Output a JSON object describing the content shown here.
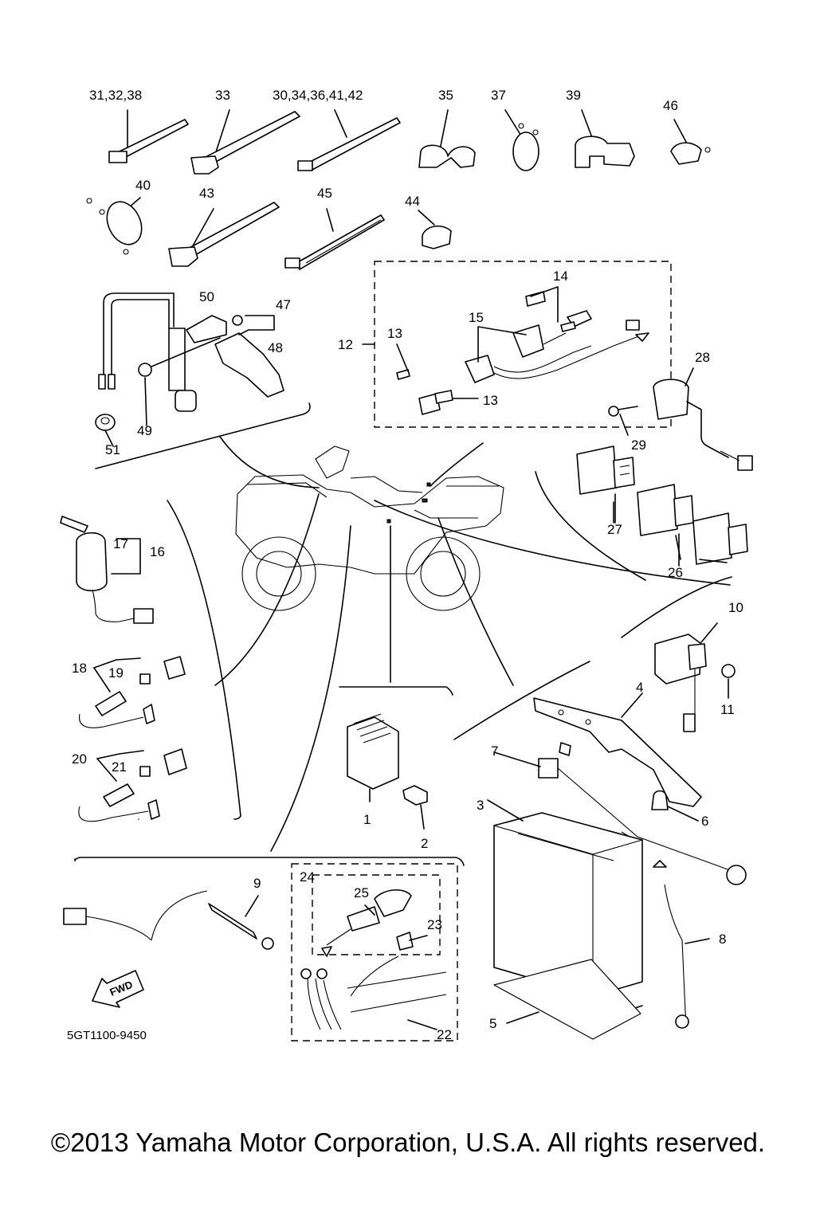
{
  "diagram": {
    "drawing_code": "5GT1100-9450",
    "direction_marker": "FWD",
    "copyright": "©2013 Yamaha Motor Corporation, U.S.A. All rights reserved."
  },
  "callouts": {
    "c31_32_38": "31,32,38",
    "c33": "33",
    "c30_34_36_41_42": "30,34,36,41,42",
    "c35": "35",
    "c37": "37",
    "c39": "39",
    "c46": "46",
    "c40": "40",
    "c43": "43",
    "c45": "45",
    "c44": "44",
    "c50": "50",
    "c47": "47",
    "c48": "48",
    "c49": "49",
    "c51": "51",
    "c12": "12",
    "c13a": "13",
    "c13b": "13",
    "c14": "14",
    "c15": "15",
    "c28": "28",
    "c29": "29",
    "c27": "27",
    "c26": "26",
    "c17": "17",
    "c16": "16",
    "c18": "18",
    "c19": "19",
    "c20": "20",
    "c21": "21",
    "c10": "10",
    "c11": "11",
    "c4": "4",
    "c7": "7",
    "c3": "3",
    "c6": "6",
    "c1": "1",
    "c2": "2",
    "c9": "9",
    "c24": "24",
    "c25": "25",
    "c23": "23",
    "c22": "22",
    "c8": "8",
    "c5": "5"
  }
}
